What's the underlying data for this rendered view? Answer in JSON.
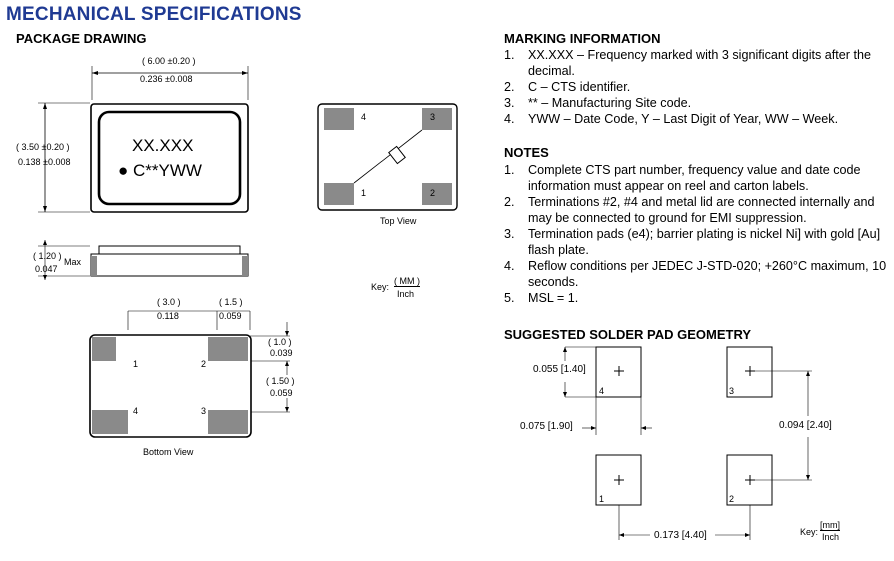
{
  "title": "MECHANICAL SPECIFICATIONS",
  "package_drawing": {
    "heading": "PACKAGE DRAWING",
    "width_mm": "( 6.00 ±0.20 )",
    "width_in": "0.236 ±0.008",
    "height_mm": "( 3.50 ±0.20 )",
    "height_in": "0.138 ±0.008",
    "marking_line1": "XX.XXX",
    "marking_line2": "● C**YWW",
    "thickness_mm": "( 1.20 )",
    "thickness_in": "0.047",
    "thickness_max": "Max",
    "top_view_label": "Top View",
    "key_label": "Key:",
    "key_mm": "( MM )",
    "key_in": "Inch",
    "pitch_x_mm": "( 3.0 )",
    "pitch_x_in": "0.118",
    "pad_w_mm": "( 1.5 )",
    "pad_w_in": "0.059",
    "pad_h_mm": "( 1.0 )",
    "pad_h_in": "0.039",
    "pitch_y_mm": "( 1.50 )",
    "pitch_y_in": "0.059",
    "bottom_view_label": "Bottom View",
    "top_pins": [
      "4",
      "3",
      "1",
      "2"
    ],
    "bottom_pins": [
      "1",
      "2",
      "4",
      "3"
    ]
  },
  "marking_information": {
    "heading": "MARKING INFORMATION",
    "items": [
      {
        "num": "1.",
        "text": "XX.XXX – Frequency marked with 3 significant digits after the decimal."
      },
      {
        "num": "2.",
        "text": "C – CTS identifier."
      },
      {
        "num": "3.",
        "text": "** – Manufacturing Site code."
      },
      {
        "num": "4.",
        "text": "YWW – Date Code, Y – Last Digit of Year, WW – Week."
      }
    ]
  },
  "notes": {
    "heading": "NOTES",
    "items": [
      {
        "num": "1.",
        "text": "Complete CTS part number, frequency value and date code information must appear on reel and carton labels."
      },
      {
        "num": "2.",
        "text": "Terminations #2, #4 and metal lid are connected internally and may be connected to ground for EMI suppression."
      },
      {
        "num": "3.",
        "text": "Termination pads (e4); barrier plating is nickel Ni] with gold [Au] flash plate."
      },
      {
        "num": "4.",
        "text": "Reflow conditions per JEDEC J-STD-020; +260°C maximum, 10 seconds."
      },
      {
        "num": "5.",
        "text": "MSL = 1."
      }
    ]
  },
  "solder_pad": {
    "heading": "SUGGESTED SOLDER PAD GEOMETRY",
    "pad_h": "0.055 [1.40]",
    "pad_w": "0.075 [1.90]",
    "pitch_y": "0.094 [2.40]",
    "pitch_x": "0.173 [4.40]",
    "pad_numbers": [
      "4",
      "3",
      "1",
      "2"
    ],
    "key_label": "Key:",
    "key_mm": "[mm]",
    "key_in": "Inch"
  }
}
